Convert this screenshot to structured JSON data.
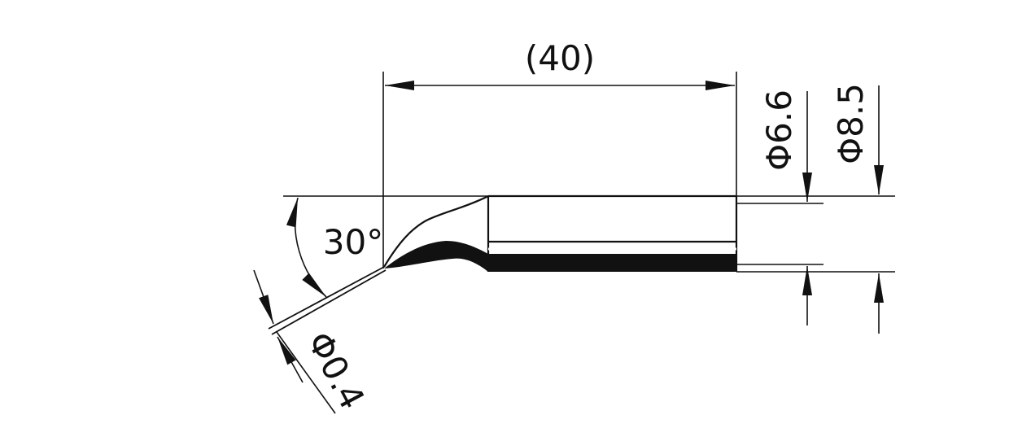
{
  "drawing": {
    "length_label": "(40)",
    "outer_diameter_label": "Φ6.6",
    "shaft_diameter_label": "Φ8.5",
    "angle_label": "30°",
    "tip_diameter_label": "Φ0.4"
  },
  "colors": {
    "line": "#111111",
    "background": "#ffffff"
  }
}
